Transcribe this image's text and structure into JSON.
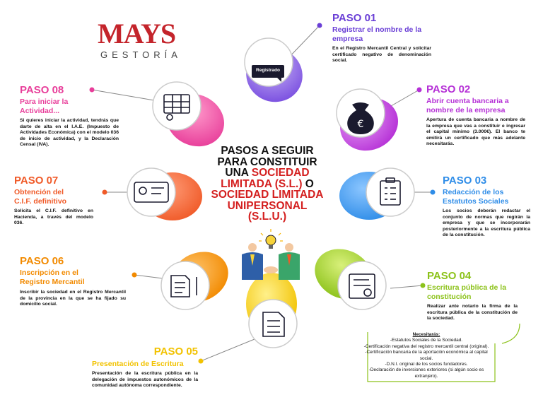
{
  "logo": {
    "brand": "MAYS",
    "sub": "GESTORÍA"
  },
  "center": {
    "line1": "PASOS A SEGUIR",
    "line2": "PARA CONSTITUIR",
    "line3a": "UNA ",
    "line3b": "SOCIEDAD",
    "line4a": "LIMITADA (S.L.)",
    "line4b": " O",
    "line5": "SOCIEDAD LIMITADA",
    "line6": "UNIPERSONAL",
    "line7": "(S.L.U.)"
  },
  "icons": {
    "registrado_label": "Registrado"
  },
  "steps": [
    {
      "label": "PASO 01",
      "title": "Registrar el nombre de la empresa",
      "desc": "En el Registro Mercantil Central y solicitar certificado negativo de denominación social.",
      "color": "#6a3fd6"
    },
    {
      "label": "PASO 02",
      "title": "Abrir cuenta bancaria a nombre de la empresa",
      "desc": "Apertura de cuenta bancaria a nombre de la empresa que vas a constituir e ingresar el capital mínimo (3.000€). El banco te emitirá un certificado que más adelante necesitarás.",
      "color": "#b530d6"
    },
    {
      "label": "PASO 03",
      "title": "Redacción de los Estatutos Sociales",
      "desc": "Los socios deberán redactar el conjunto de normas que regirán la empresa y que se incorporarán posteriormente a la escritura pública de la constitución.",
      "color": "#2f8de8"
    },
    {
      "label": "PASO 04",
      "title": "Escritura pública de la constitución",
      "desc": "Realizar ante notario la firma de la escritura pública de la constitución de la sociedad.",
      "color": "#8cc21a"
    },
    {
      "label": "PASO 05",
      "title": "Presentación de Escritura",
      "desc": "Presentación de la escritura pública en la delegación de impuestos autonómicos de la comunidad autónoma correspondiente.",
      "color": "#f2c200"
    },
    {
      "label": "PASO 06",
      "title": "Inscripción en el Registro Mercantil",
      "desc": "Inscribir la sociedad en el Registro Mercantil de la provincia en la que se ha fijado su domicilio social.",
      "color": "#f28a00"
    },
    {
      "label": "PASO 07",
      "title": "Obtención del C.I.F. definitivo",
      "desc": "Solicita el C.I.F. definitivo en Hacienda, a través del modelo 036.",
      "color": "#f05a28"
    },
    {
      "label": "PASO 08",
      "title": "Para iniciar la Actividad...",
      "desc": "Si quieres iniciar la actividad, tendrás que darte de alta en el I.A.E. (Impuesto de Actividades Económica) con el modelo 036 de inicio de actividad, y la Declaración Censal (IVA).",
      "color": "#e83e9a"
    }
  ],
  "requirements": {
    "title": "Necesitarás:",
    "items": [
      "-Estatutos Sociales de la Sociedad.",
      "-Certificación negativa del registro mercantil central (original).",
      "-Certificación bancaria de la aportación económica al capital social.",
      "-D.N.I. original de los socios fundadores.",
      "-Declaración de inversiones exteriores (si algún socio es extranjero)."
    ]
  }
}
